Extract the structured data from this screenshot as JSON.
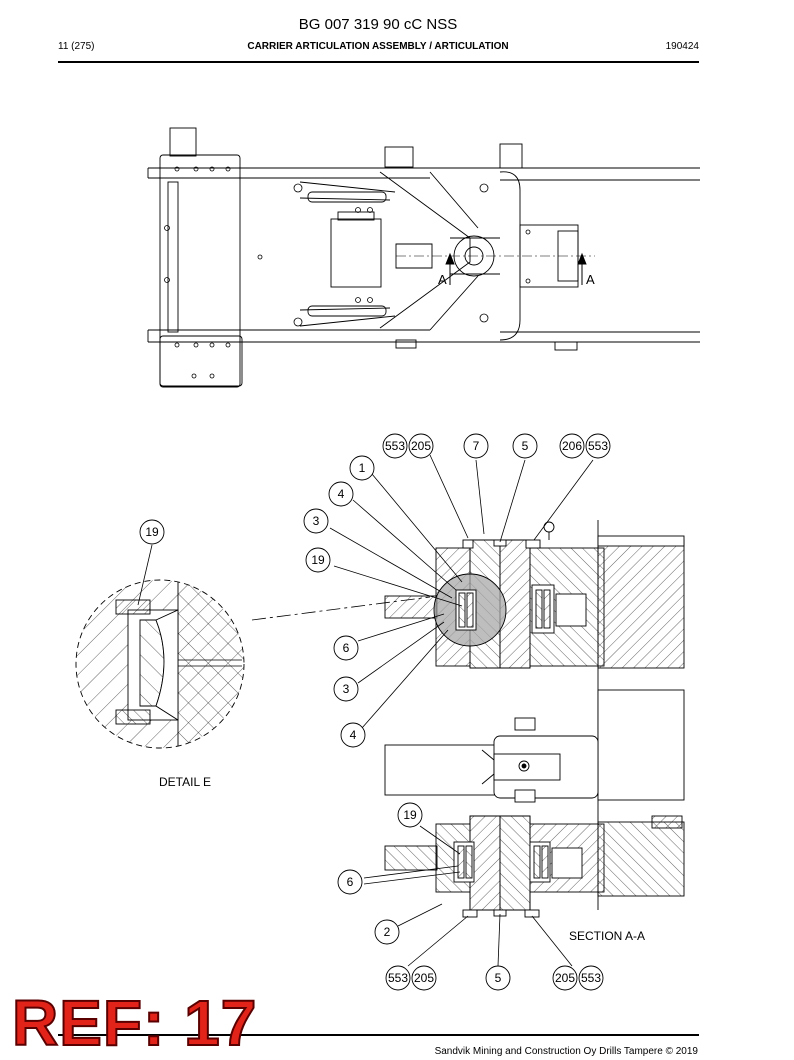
{
  "header": {
    "document_number": "BG 007 319 90 cC NSS",
    "page": "11 (275)",
    "title": "CARRIER ARTICULATION ASSEMBLY / ARTICULATION",
    "date": "190424"
  },
  "drawing": {
    "section_marks": [
      "A",
      "A"
    ],
    "detail_label": "DETAIL E",
    "section_label": "SECTION A-A",
    "callouts": {
      "top": [
        "553",
        "205",
        "7",
        "5",
        "206",
        "553"
      ],
      "upper_side": [
        "1",
        "4",
        "3",
        "19"
      ],
      "detail": "19",
      "lower_side": [
        "6",
        "3",
        "4"
      ],
      "bottom_side": [
        "19",
        "6",
        "2"
      ],
      "bottom": [
        "553",
        "205",
        "5",
        "205",
        "553"
      ]
    }
  },
  "footer": {
    "copyright": "Sandvik Mining and Construction Oy Drills Tampere © 2019",
    "ref_stamp": "REF: 17"
  },
  "colors": {
    "ref_stamp": "#e2231a",
    "shade": "#a8a8a8"
  }
}
